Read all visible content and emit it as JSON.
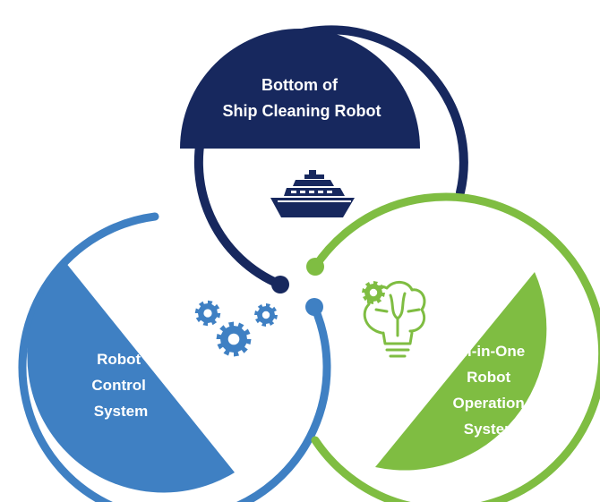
{
  "segments": {
    "top": {
      "label_lines": [
        "Bottom of",
        "Ship Cleaning Robot"
      ],
      "color": "#17285e",
      "icon": "ship-icon"
    },
    "left": {
      "label_lines": [
        "Robot",
        "Control",
        "System"
      ],
      "color": "#3f80c3",
      "icon": "gears-icon"
    },
    "right": {
      "label_lines": [
        "All-in-One",
        "Robot",
        "Operation",
        "System"
      ],
      "color": "#7fbd42",
      "icon": "brain-bulb-icon"
    }
  }
}
